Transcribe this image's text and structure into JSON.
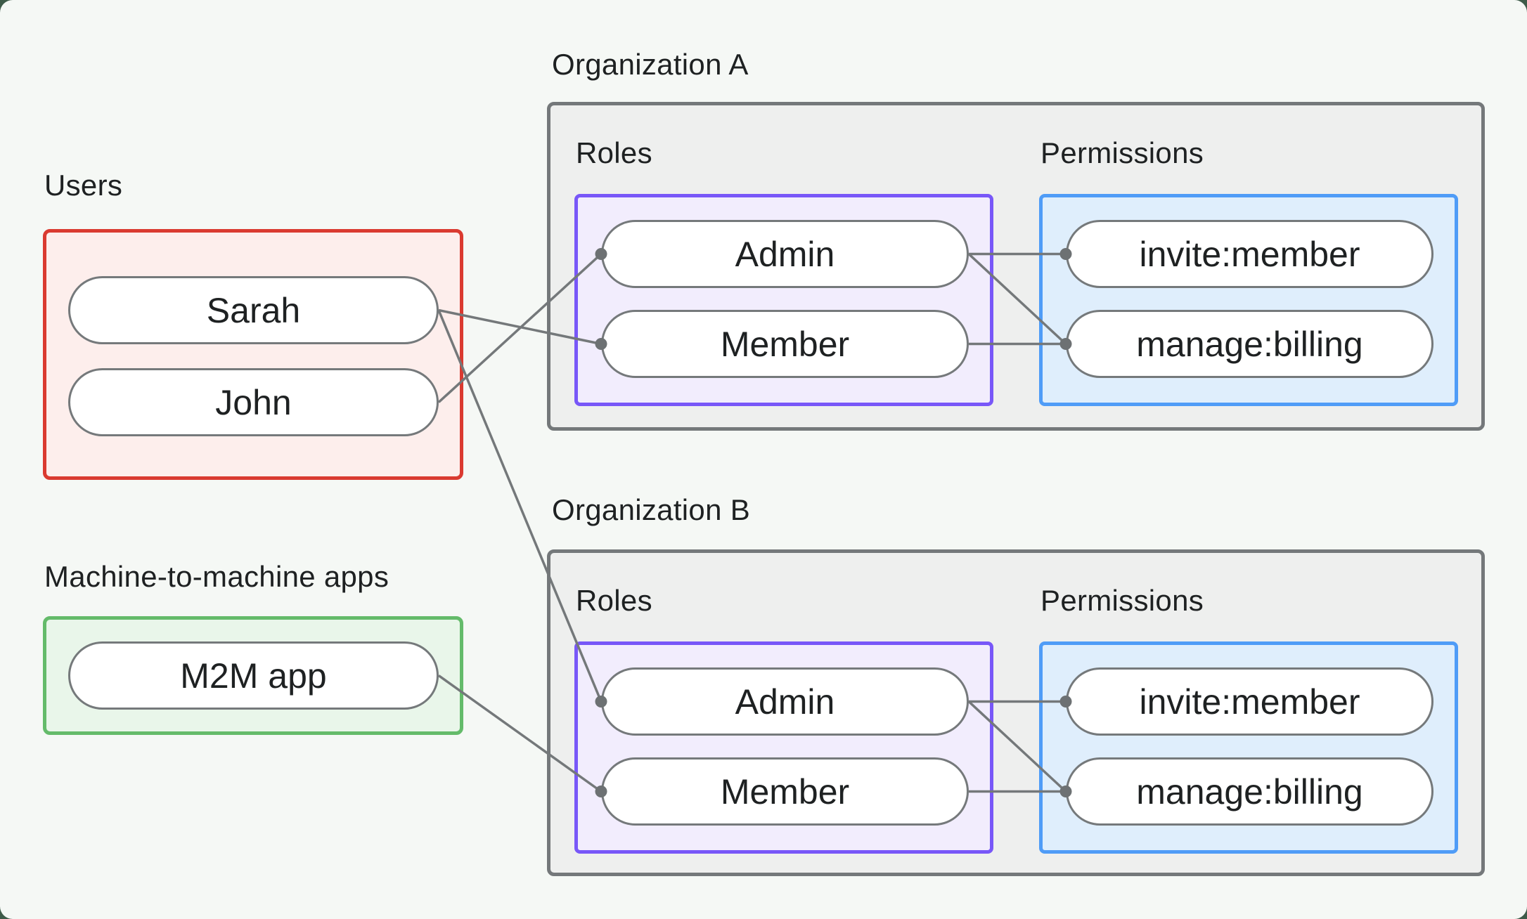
{
  "users_group": {
    "title": "Users",
    "items": [
      {
        "id": "sarah",
        "label": "Sarah"
      },
      {
        "id": "john",
        "label": "John"
      }
    ]
  },
  "m2m_group": {
    "title": "Machine-to-machine apps",
    "items": [
      {
        "id": "m2m-app",
        "label": "M2M app"
      }
    ]
  },
  "organizations": [
    {
      "title": "Organization A",
      "roles_label": "Roles",
      "permissions_label": "Permissions",
      "roles": [
        {
          "id": "orgA-admin",
          "label": "Admin"
        },
        {
          "id": "orgA-member",
          "label": "Member"
        }
      ],
      "permissions": [
        {
          "id": "orgA-invite",
          "label": "invite:member"
        },
        {
          "id": "orgA-billing",
          "label": "manage:billing"
        }
      ]
    },
    {
      "title": "Organization B",
      "roles_label": "Roles",
      "permissions_label": "Permissions",
      "roles": [
        {
          "id": "orgB-admin",
          "label": "Admin"
        },
        {
          "id": "orgB-member",
          "label": "Member"
        }
      ],
      "permissions": [
        {
          "id": "orgB-invite",
          "label": "invite:member"
        },
        {
          "id": "orgB-billing",
          "label": "manage:billing"
        }
      ]
    }
  ],
  "edges": [
    {
      "from": "sarah",
      "to": "orgA-member"
    },
    {
      "from": "john",
      "to": "orgA-admin"
    },
    {
      "from": "sarah",
      "to": "orgB-admin"
    },
    {
      "from": "m2m-app",
      "to": "orgB-member"
    },
    {
      "from": "orgA-admin",
      "to": "orgA-invite"
    },
    {
      "from": "orgA-admin",
      "to": "orgA-billing"
    },
    {
      "from": "orgA-member",
      "to": "orgA-billing"
    },
    {
      "from": "orgB-admin",
      "to": "orgB-invite"
    },
    {
      "from": "orgB-admin",
      "to": "orgB-billing"
    },
    {
      "from": "orgB-member",
      "to": "orgB-billing"
    }
  ],
  "style": {
    "outer_bg": "#3e5b49",
    "page_bg": "#f5f8f5",
    "text_color": "#1e2122",
    "card_bg": "#eeefee",
    "card_border": "#74787a",
    "users_border": "#da3a30",
    "users_bg": "#fdeeec",
    "m2m_border": "#64bb6a",
    "m2m_bg": "#e9f6ea",
    "roles_border": "#7857f8",
    "roles_bg": "#f2edfd",
    "perms_border": "#4f9cf7",
    "perms_bg": "#dfeefc",
    "pill_bg": "#ffffff",
    "pill_border": "#75797b",
    "edge_color": "#74787a",
    "dot_color": "#6d7173"
  }
}
